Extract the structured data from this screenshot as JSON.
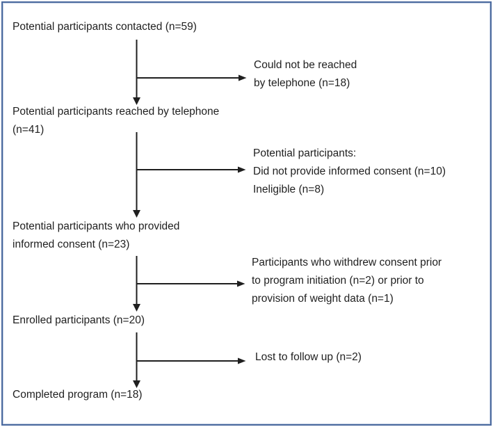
{
  "flowchart": {
    "type": "participant-flow-diagram",
    "main_nodes": [
      {
        "id": "contacted",
        "lines": [
          "Potential participants contacted (n=59)"
        ]
      },
      {
        "id": "reached",
        "lines": [
          "Potential participants reached by telephone",
          "(n=41)"
        ]
      },
      {
        "id": "informed-consent",
        "lines": [
          "Potential participants who provided",
          "informed consent (n=23)"
        ]
      },
      {
        "id": "enrolled",
        "lines": [
          "Enrolled participants (n=20)"
        ]
      },
      {
        "id": "completed",
        "lines": [
          "Completed program (n=18)"
        ]
      }
    ],
    "exclusion_nodes": [
      {
        "id": "not-reached",
        "lines": [
          "Could not be reached",
          "by telephone (n=18)"
        ]
      },
      {
        "id": "no-consent",
        "lines": [
          "Potential participants:",
          "Did not provide informed consent (n=10)",
          "Ineligible (n=8)"
        ]
      },
      {
        "id": "withdrew-consent",
        "lines": [
          "Participants who withdrew consent prior",
          "to program initiation (n=2) or prior to",
          "provision of weight data (n=1)"
        ]
      },
      {
        "id": "lost-to-follow-up",
        "lines": [
          "Lost to follow up (n=2)"
        ]
      }
    ],
    "colors": {
      "border": "#4a699e",
      "text": "#1f1f1f",
      "arrow": "#1f1f1f",
      "background": "#ffffff"
    }
  }
}
